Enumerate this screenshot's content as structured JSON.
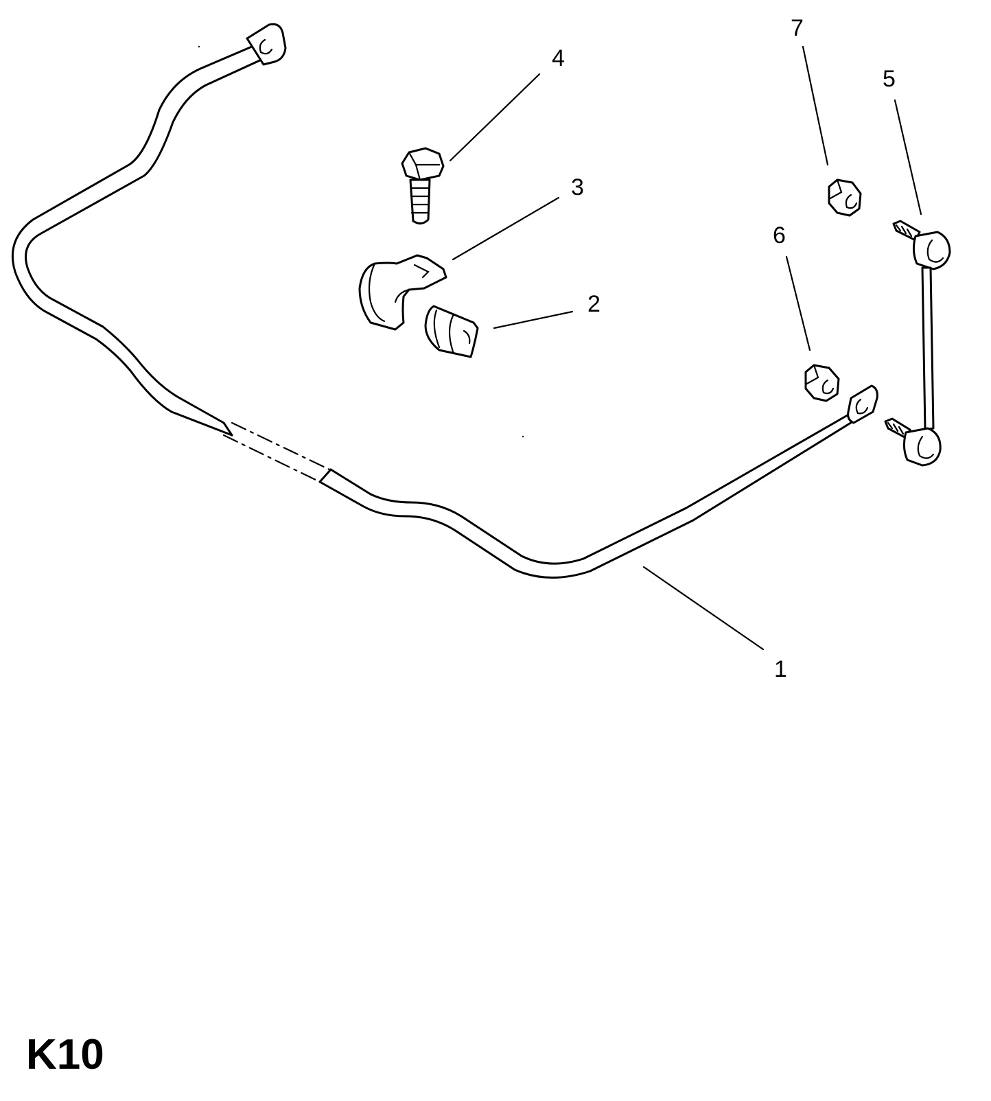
{
  "sheet_code": "K10",
  "callouts": {
    "p1": "1",
    "p2": "2",
    "p3": "3",
    "p4": "4",
    "p5": "5",
    "p6": "6",
    "p7": "7"
  }
}
